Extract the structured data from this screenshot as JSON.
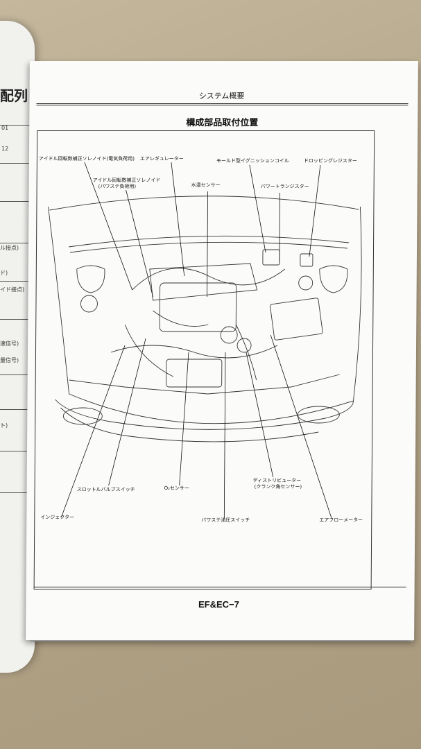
{
  "page": {
    "section_header": "システム概要",
    "diagram_title": "構成部品取付位置",
    "page_number": "EF&EC−7"
  },
  "left_page": {
    "title_fragment": "配列",
    "cells": [
      "01",
      "12",
      "ル接点)",
      "ド)",
      "イド接点)",
      "速信号)",
      "量信号)",
      "ト)"
    ]
  },
  "labels": {
    "idle_solenoid_electric": "アイドル回転数補正ソレノイド(電気負荷用)",
    "air_regulator": "エアレギュレーター",
    "mold_ignition_coil": "モールド型イグニッションコイル",
    "dropping_resistor": "ドロッピングレジスター",
    "idle_solenoid_powersteering_line1": "アイドル回転数補正ソレノイド",
    "idle_solenoid_powersteering_line2": "(パワステ負荷用)",
    "water_temp_sensor": "水温センサー",
    "power_transistor": "パワートランジスター",
    "throttle_valve_switch": "スロットルバルブスイッチ",
    "o2_sensor": "O₂センサー",
    "distributor_line1": "ディストリビューター",
    "distributor_line2": "(クランク角センサー)",
    "injector": "インジェクター",
    "powersteering_pressure_switch": "パワステ油圧スイッチ",
    "air_flow_meter": "エアフローメーター"
  }
}
